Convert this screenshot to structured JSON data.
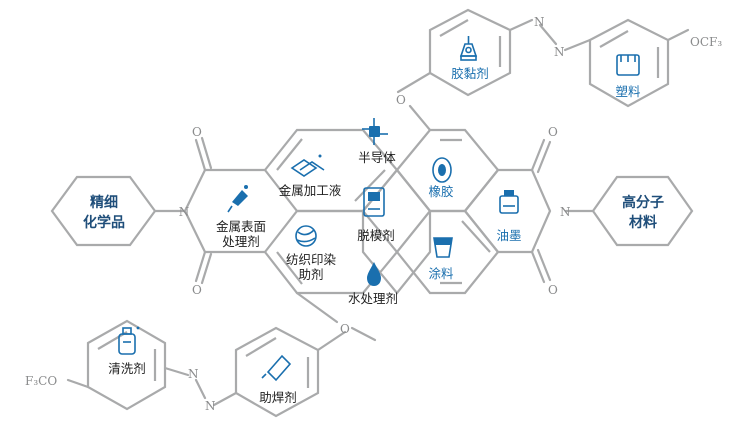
{
  "colors": {
    "bond": "#a9aaab",
    "accent_blue": "#1a6fae",
    "dark_text": "#222222",
    "bold_text": "#1f4e7a"
  },
  "atoms": {
    "oxygen": "O",
    "nitrogen": "N",
    "ocf3": "OCF₃",
    "f3co": "F₃CO"
  },
  "labels": {
    "fine_chemicals": [
      "精细",
      "化学品"
    ],
    "polymer_materials": [
      "高分子",
      "材料"
    ],
    "adhesive": "胶黏剂",
    "plastic": "塑料",
    "semiconductor": "半导体",
    "metal_processing_fluid": "金属加工液",
    "metal_surface_treatment": [
      "金属表面",
      "处理剂"
    ],
    "demolding": "脱模剂",
    "textile_dyeing": [
      "纺织印染",
      "助剂"
    ],
    "water_treatment": "水处理剂",
    "rubber": "橡胶",
    "ink": "油墨",
    "coating": "涂料",
    "cleaning_agent": "清洗剂",
    "welding_flux": "助焊剂"
  },
  "icons": {
    "adhesive": "glue-bottle-icon",
    "plastic": "plastic-container-icon",
    "semiconductor": "chip-circuit-icon",
    "metal_processing_fluid": "metal-bars-icon",
    "metal_surface_treatment": "spray-gun-icon",
    "demolding": "mold-box-icon",
    "textile_dyeing": "yarn-ball-icon",
    "water_treatment": "water-drop-icon",
    "rubber": "tire-icon",
    "ink": "ink-bottle-icon",
    "coating": "paint-bucket-icon",
    "cleaning_agent": "cleaning-spray-icon",
    "welding_flux": "flux-tube-icon"
  }
}
